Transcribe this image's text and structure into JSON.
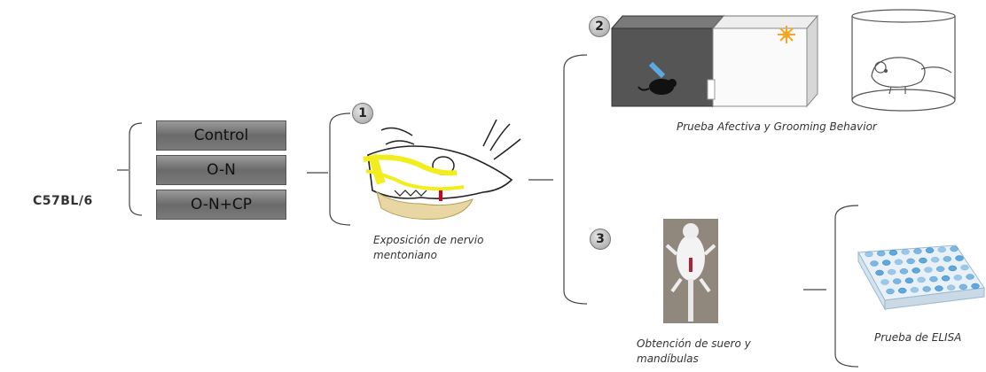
{
  "strain": "C57BL/6",
  "groups": [
    "Control",
    "O-N",
    "O-N+CP"
  ],
  "steps": [
    {
      "number": "1",
      "caption_lines": [
        "Exposición de nervio",
        "mentoniano"
      ]
    },
    {
      "number": "2",
      "caption": "Prueba Afectiva y Grooming Behavior"
    },
    {
      "number": "3",
      "caption_lines": [
        "Obtención de suero y",
        "mandíbulas"
      ]
    }
  ],
  "elisa_caption": "Prueba de ELISA",
  "colors": {
    "group_box": "#7b7b7b",
    "badge": "#bdbdbd",
    "nerve": "#f2ee1e",
    "jaw": "#e8d7a3",
    "chamber_dark": "#555555",
    "elisa_blue": "#5da8de",
    "light_source": "#f5a623"
  },
  "icons": [
    "mouse-skull-icon",
    "light-dark-box-icon",
    "grooming-cylinder-icon",
    "mouse-dissection-icon",
    "elisa-plate-icon"
  ]
}
